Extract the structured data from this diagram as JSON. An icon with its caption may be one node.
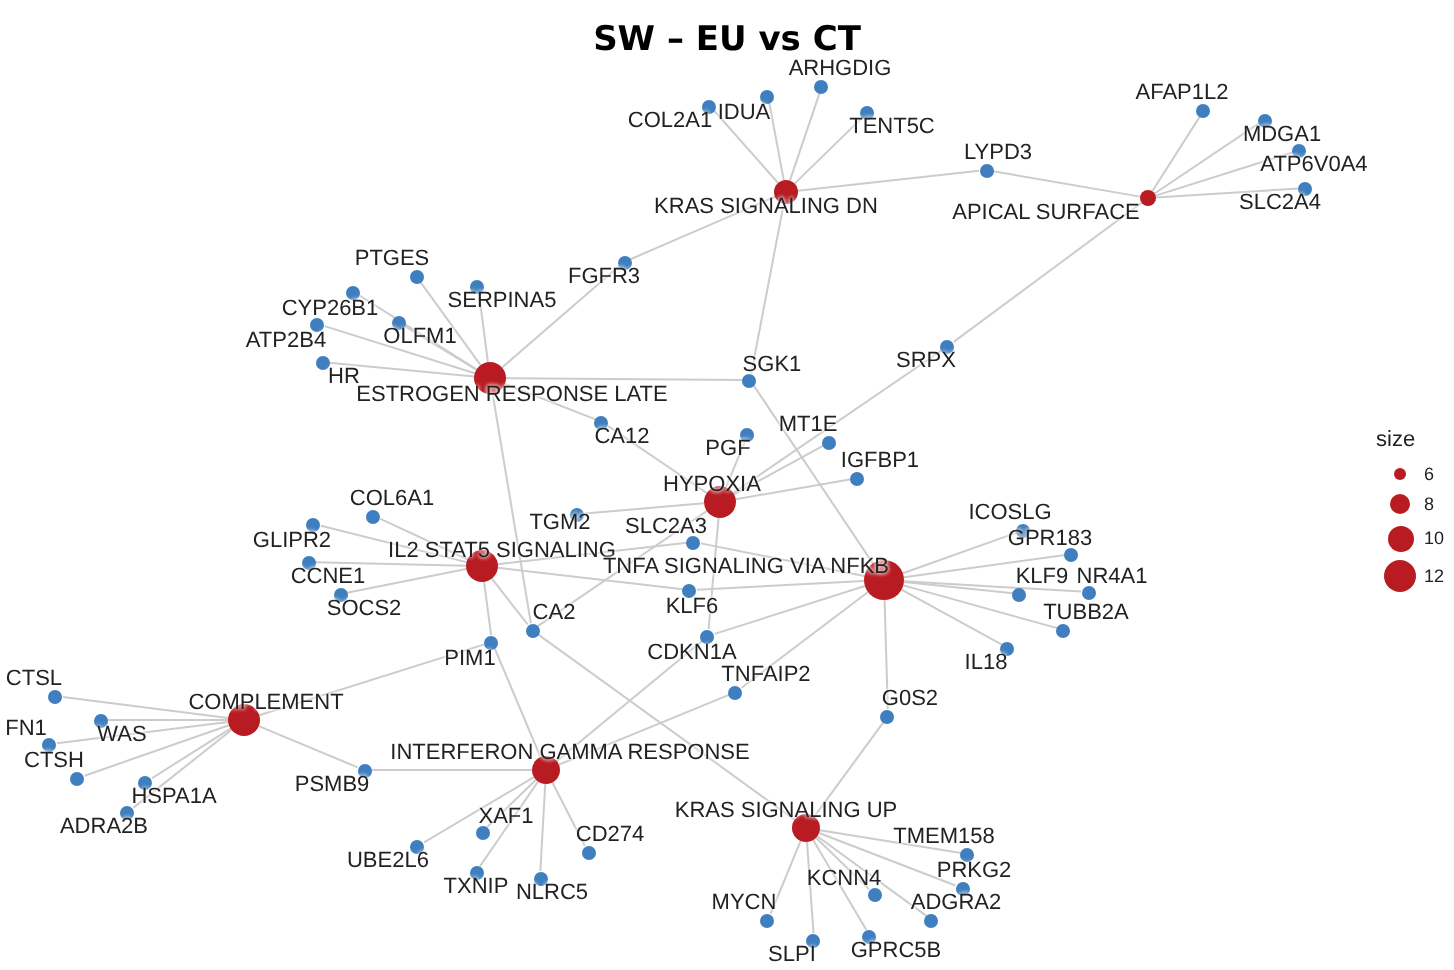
{
  "diagram": {
    "title": "SW – EU vs CT",
    "nodes": [
      {
        "text": [
          "KRAS SIGNALING DN"
        ]
      },
      {
        "text": [
          "APICAL SURFACE"
        ]
      },
      {
        "text": [
          "ESTROGEN RESPONSE LATE"
        ]
      },
      {
        "text": [
          "HYPOXIA"
        ]
      },
      {
        "text": [
          "IL2 STAT5 SIGNALING"
        ]
      },
      {
        "text": [
          "TNFA SIGNALING VIA NFKB"
        ]
      },
      {
        "text": [
          "COMPLEMENT"
        ]
      },
      {
        "text": [
          "INTERFERON GAMMA RESPONSE"
        ]
      },
      {
        "text": [
          "KRAS SIGNALING UP"
        ]
      },
      {
        "text": [
          "COL2A1"
        ]
      },
      {
        "text": [
          "IDUA"
        ]
      },
      {
        "text": [
          "ARHGDIG"
        ]
      },
      {
        "text": [
          "TENT5C"
        ]
      },
      {
        "text": [
          "LYPD3"
        ]
      },
      {
        "text": [
          "AFAP1L2"
        ]
      },
      {
        "text": [
          "MDGA1"
        ]
      },
      {
        "text": [
          "ATP6V0A4"
        ]
      },
      {
        "text": [
          "SLC2A4"
        ]
      },
      {
        "text": [
          "FGFR3"
        ]
      },
      {
        "text": [
          "PTGES"
        ]
      },
      {
        "text": [
          "SERPINA5"
        ]
      },
      {
        "text": [
          "CYP26B1"
        ]
      },
      {
        "text": [
          "OLFM1"
        ]
      },
      {
        "text": [
          "ATP2B4"
        ]
      },
      {
        "text": [
          "HR"
        ]
      },
      {
        "text": [
          "SGK1"
        ]
      },
      {
        "text": [
          "SRPX"
        ]
      },
      {
        "text": [
          "CA12"
        ]
      },
      {
        "text": [
          "PGF"
        ]
      },
      {
        "text": [
          "MT1E"
        ]
      },
      {
        "text": [
          "IGFBP1"
        ]
      },
      {
        "text": [
          "COL6A1"
        ]
      },
      {
        "text": [
          "TGM2"
        ]
      },
      {
        "text": [
          "GLIPR2"
        ]
      },
      {
        "text": [
          "CCNE1"
        ]
      },
      {
        "text": [
          "SOCS2"
        ]
      },
      {
        "text": [
          "SLC2A3"
        ]
      },
      {
        "text": [
          "KLF6"
        ]
      },
      {
        "text": [
          "CA2"
        ]
      },
      {
        "text": [
          "PIM1"
        ]
      },
      {
        "text": [
          "CDKN1A"
        ]
      },
      {
        "text": [
          "ICOSLG"
        ]
      },
      {
        "text": [
          "GPR183"
        ]
      },
      {
        "text": [
          "KLF9"
        ]
      },
      {
        "text": [
          "NR4A1"
        ]
      },
      {
        "text": [
          "TUBB2A"
        ]
      },
      {
        "text": [
          "IL18"
        ]
      },
      {
        "text": [
          "TNFAIP2"
        ]
      },
      {
        "text": [
          "G0S2"
        ]
      },
      {
        "text": [
          "CTSL"
        ]
      },
      {
        "text": [
          "WAS"
        ]
      },
      {
        "text": [
          "FN1"
        ]
      },
      {
        "text": [
          "CTSH"
        ]
      },
      {
        "text": [
          "HSPA1A"
        ]
      },
      {
        "text": [
          "ADRA2B"
        ]
      },
      {
        "text": [
          "PSMB9"
        ]
      },
      {
        "text": [
          "XAF1"
        ]
      },
      {
        "text": [
          "UBE2L6"
        ]
      },
      {
        "text": [
          "CD274"
        ]
      },
      {
        "text": [
          "TXNIP"
        ]
      },
      {
        "text": [
          "NLRC5"
        ]
      },
      {
        "text": [
          "TMEM158"
        ]
      },
      {
        "text": [
          "PRKG2"
        ]
      },
      {
        "text": [
          "ADGRA2"
        ]
      },
      {
        "text": [
          "KCNN4"
        ]
      },
      {
        "text": [
          "MYCN"
        ]
      },
      {
        "text": [
          "SLPI"
        ]
      },
      {
        "text": [
          "GPRC5B"
        ]
      }
    ],
    "edges": [
      {
        "from": 0,
        "to": 9,
        "arrow": "none"
      },
      {
        "from": 0,
        "to": 10,
        "arrow": "none"
      },
      {
        "from": 0,
        "to": 11,
        "arrow": "none"
      },
      {
        "from": 0,
        "to": 12,
        "arrow": "none"
      },
      {
        "from": 0,
        "to": 13,
        "arrow": "none"
      },
      {
        "from": 0,
        "to": 18,
        "arrow": "none"
      },
      {
        "from": 0,
        "to": 25,
        "arrow": "none"
      },
      {
        "from": 1,
        "to": 13,
        "arrow": "none"
      },
      {
        "from": 1,
        "to": 14,
        "arrow": "none"
      },
      {
        "from": 1,
        "to": 15,
        "arrow": "none"
      },
      {
        "from": 1,
        "to": 16,
        "arrow": "none"
      },
      {
        "from": 1,
        "to": 17,
        "arrow": "none"
      },
      {
        "from": 1,
        "to": 26,
        "arrow": "none"
      },
      {
        "from": 2,
        "to": 19,
        "arrow": "none"
      },
      {
        "from": 2,
        "to": 20,
        "arrow": "none"
      },
      {
        "from": 2,
        "to": 18,
        "arrow": "none"
      },
      {
        "from": 2,
        "to": 21,
        "arrow": "none"
      },
      {
        "from": 2,
        "to": 22,
        "arrow": "none"
      },
      {
        "from": 2,
        "to": 23,
        "arrow": "none"
      },
      {
        "from": 2,
        "to": 24,
        "arrow": "none"
      },
      {
        "from": 2,
        "to": 25,
        "arrow": "none"
      },
      {
        "from": 2,
        "to": 27,
        "arrow": "none"
      },
      {
        "from": 2,
        "to": 38,
        "arrow": "none"
      },
      {
        "from": 3,
        "to": 27,
        "arrow": "none"
      },
      {
        "from": 3,
        "to": 28,
        "arrow": "none"
      },
      {
        "from": 3,
        "to": 29,
        "arrow": "none"
      },
      {
        "from": 3,
        "to": 26,
        "arrow": "none"
      },
      {
        "from": 3,
        "to": 30,
        "arrow": "none"
      },
      {
        "from": 3,
        "to": 32,
        "arrow": "none"
      },
      {
        "from": 3,
        "to": 38,
        "arrow": "none"
      },
      {
        "from": 3,
        "to": 40,
        "arrow": "none"
      },
      {
        "from": 4,
        "to": 31,
        "arrow": "none"
      },
      {
        "from": 4,
        "to": 33,
        "arrow": "none"
      },
      {
        "from": 4,
        "to": 34,
        "arrow": "none"
      },
      {
        "from": 4,
        "to": 35,
        "arrow": "none"
      },
      {
        "from": 4,
        "to": 36,
        "arrow": "none"
      },
      {
        "from": 4,
        "to": 37,
        "arrow": "none"
      },
      {
        "from": 4,
        "to": 39,
        "arrow": "none"
      },
      {
        "from": 4,
        "to": 38,
        "arrow": "none"
      },
      {
        "from": 5,
        "to": 25,
        "arrow": "none"
      },
      {
        "from": 5,
        "to": 36,
        "arrow": "none"
      },
      {
        "from": 5,
        "to": 37,
        "arrow": "none"
      },
      {
        "from": 5,
        "to": 41,
        "arrow": "none"
      },
      {
        "from": 5,
        "to": 42,
        "arrow": "none"
      },
      {
        "from": 5,
        "to": 43,
        "arrow": "none"
      },
      {
        "from": 5,
        "to": 44,
        "arrow": "none"
      },
      {
        "from": 5,
        "to": 45,
        "arrow": "none"
      },
      {
        "from": 5,
        "to": 46,
        "arrow": "none"
      },
      {
        "from": 5,
        "to": 48,
        "arrow": "none"
      },
      {
        "from": 5,
        "to": 40,
        "arrow": "none"
      },
      {
        "from": 5,
        "to": 47,
        "arrow": "none"
      },
      {
        "from": 6,
        "to": 49,
        "arrow": "none"
      },
      {
        "from": 6,
        "to": 50,
        "arrow": "none"
      },
      {
        "from": 6,
        "to": 51,
        "arrow": "none"
      },
      {
        "from": 6,
        "to": 52,
        "arrow": "none"
      },
      {
        "from": 6,
        "to": 53,
        "arrow": "none"
      },
      {
        "from": 6,
        "to": 54,
        "arrow": "none"
      },
      {
        "from": 6,
        "to": 39,
        "arrow": "none"
      },
      {
        "from": 6,
        "to": 55,
        "arrow": "none"
      },
      {
        "from": 7,
        "to": 39,
        "arrow": "none"
      },
      {
        "from": 7,
        "to": 55,
        "arrow": "none"
      },
      {
        "from": 7,
        "to": 40,
        "arrow": "none"
      },
      {
        "from": 7,
        "to": 47,
        "arrow": "none"
      },
      {
        "from": 7,
        "to": 56,
        "arrow": "none"
      },
      {
        "from": 7,
        "to": 57,
        "arrow": "none"
      },
      {
        "from": 7,
        "to": 58,
        "arrow": "none"
      },
      {
        "from": 7,
        "to": 59,
        "arrow": "none"
      },
      {
        "from": 7,
        "to": 60,
        "arrow": "none"
      },
      {
        "from": 8,
        "to": 48,
        "arrow": "none"
      },
      {
        "from": 8,
        "to": 38,
        "arrow": "none"
      },
      {
        "from": 8,
        "to": 61,
        "arrow": "none"
      },
      {
        "from": 8,
        "to": 62,
        "arrow": "none"
      },
      {
        "from": 8,
        "to": 63,
        "arrow": "none"
      },
      {
        "from": 8,
        "to": 64,
        "arrow": "none"
      },
      {
        "from": 8,
        "to": 65,
        "arrow": "none"
      },
      {
        "from": 8,
        "to": 66,
        "arrow": "none"
      },
      {
        "from": 8,
        "to": 67,
        "arrow": "none"
      }
    ],
    "labels": [
      "size"
    ],
    "legend": [
      {
        "text": "6"
      },
      {
        "text": "8"
      },
      {
        "text": "10"
      },
      {
        "text": "12"
      }
    ]
  }
}
